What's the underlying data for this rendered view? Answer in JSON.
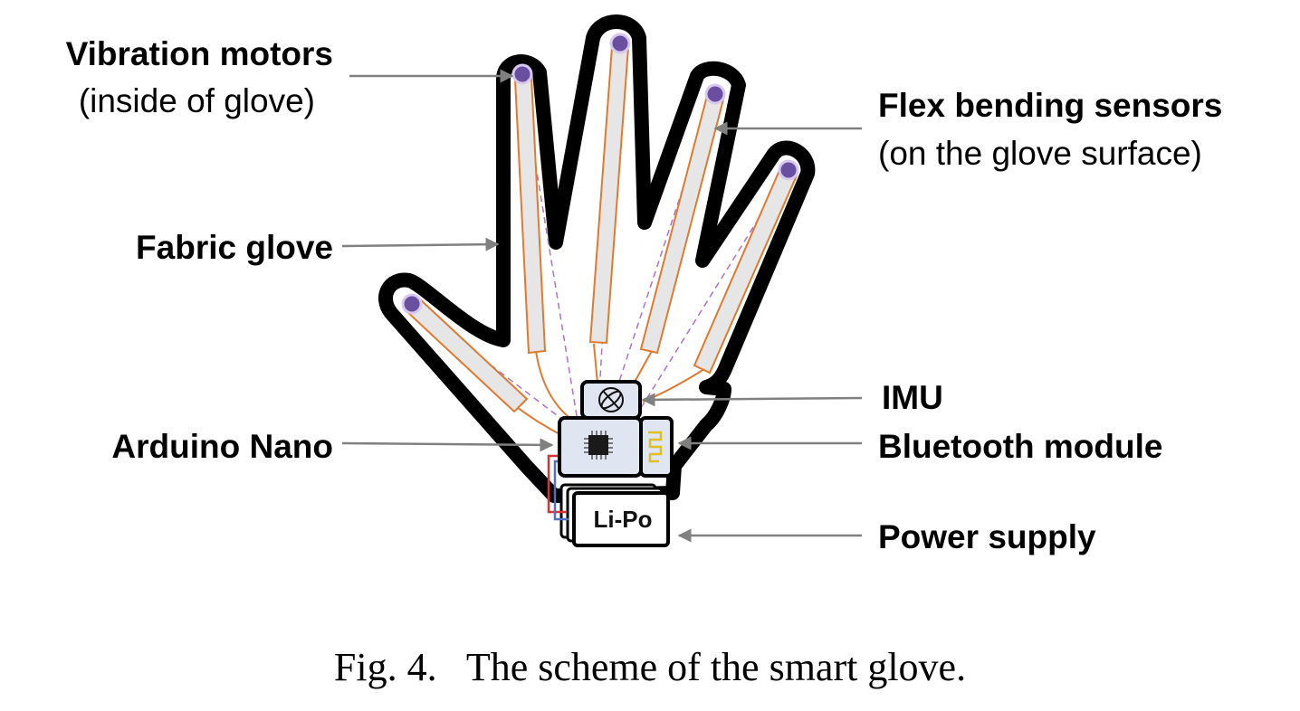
{
  "labels": {
    "vibration_title": "Vibration motors",
    "vibration_sub": "(inside of glove)",
    "fabric_glove": "Fabric glove",
    "arduino_nano": "Arduino Nano",
    "flex_title": "Flex bending sensors",
    "flex_sub": "(on the glove surface)",
    "imu": "IMU",
    "bluetooth": "Bluetooth module",
    "power_supply": "Power supply",
    "battery": "Li-Po"
  },
  "caption": {
    "text": "Fig. 4.   The scheme of the smart glove."
  },
  "colors": {
    "glove_outline": "#000000",
    "sensor_fill": "#e6e6e6",
    "sensor_stroke": "#e07a2f",
    "motor": "#6a4fa0",
    "dashed_wire": "#b070d0",
    "arrow": "#808080",
    "board_fill": "#dfe6f2",
    "bluetooth_antenna": "#e0c020",
    "wire_red": "#e03030",
    "wire_blue": "#5070c0"
  },
  "icons": {
    "imu": "gyroscope-icon",
    "arduino": "microchip-icon",
    "bluetooth": "antenna-icon"
  }
}
